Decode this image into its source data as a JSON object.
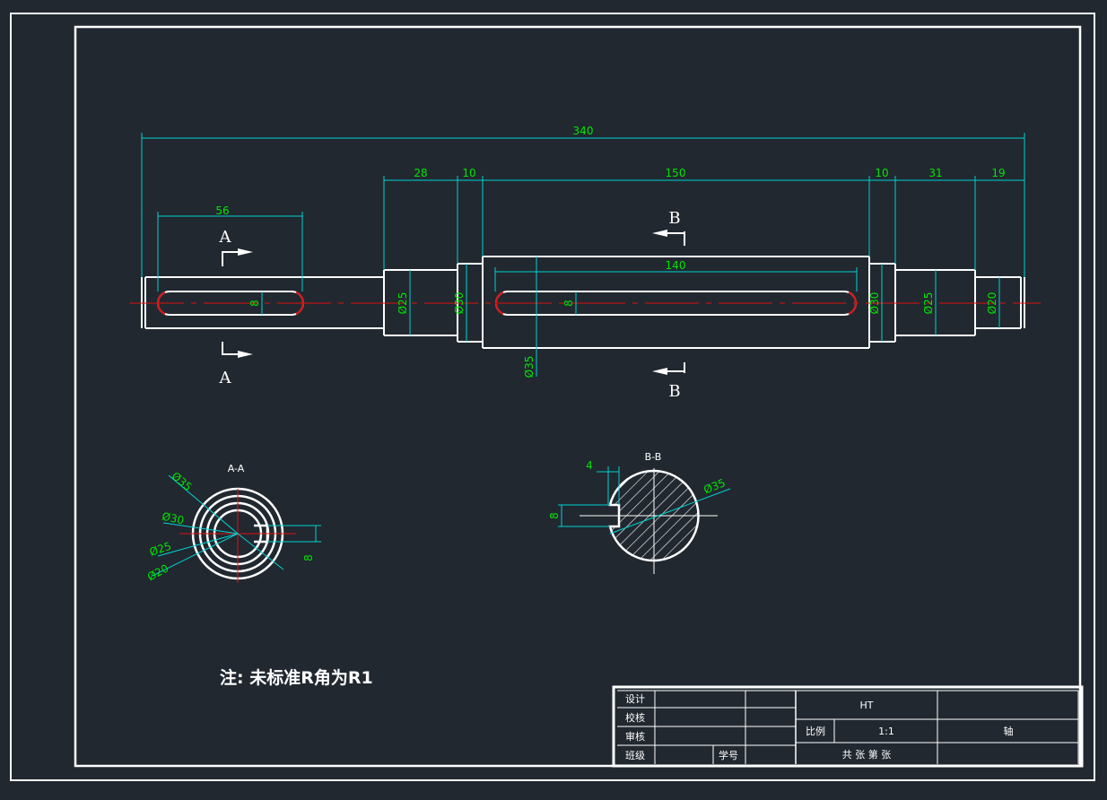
{
  "dimensions": {
    "overall": "340",
    "left_key_length": "56",
    "seg_28": "28",
    "seg_10a": "10",
    "seg_150": "150",
    "seg_10b": "10",
    "seg_31": "31",
    "seg_19": "19",
    "mid_key_length": "140",
    "left_key_width": "8",
    "mid_key_width": "8",
    "d25_left": "Ø25",
    "d30_left": "Ø30",
    "d35": "Ø35",
    "d30_right": "Ø30",
    "d25_right": "Ø25",
    "d20": "Ø20"
  },
  "section_markers": {
    "a_top": "A",
    "a_bottom": "A",
    "b_top": "B",
    "b_bottom": "B"
  },
  "section_aa": {
    "title": "A-A",
    "d35": "Ø35",
    "d30": "Ø30",
    "d25": "Ø25",
    "d20": "Ø20",
    "key": "8"
  },
  "section_bb": {
    "title": "B-B",
    "depth": "4",
    "width": "8",
    "d35": "Ø35"
  },
  "note": "注: 未标准R角为R1",
  "title_block": {
    "design": "设计",
    "check": "校核",
    "review": "审核",
    "class": "班级",
    "student_no": "学号",
    "material": "HT",
    "scale_label": "比例",
    "scale_value": "1:1",
    "part_name": "轴",
    "sheets": "共  张  第  张"
  },
  "colors": {
    "background": "#212830",
    "outline": "#ffffff",
    "dimension_text": "#00e600",
    "dimension_line": "#00d2d2",
    "center_line": "#e01010"
  }
}
